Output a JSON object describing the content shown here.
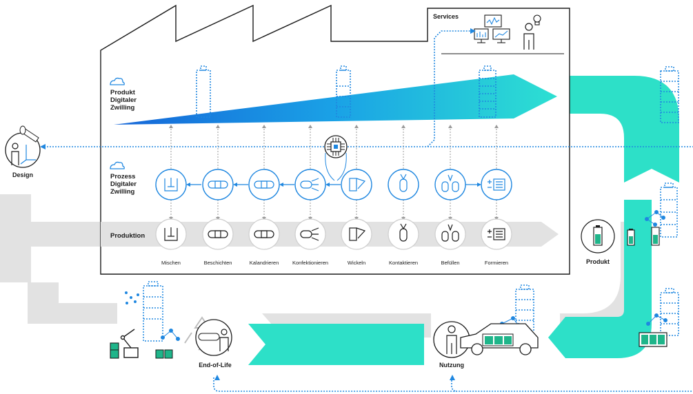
{
  "services": {
    "label": "Services"
  },
  "product_twin": {
    "label_line1": "Produkt",
    "label_line2": "Digitaler",
    "label_line3": "Zwilling"
  },
  "process_twin": {
    "label_line1": "Prozess",
    "label_line2": "Digitaler",
    "label_line3": "Zwilling"
  },
  "production": {
    "label": "Produktion"
  },
  "steps": [
    {
      "label": "Mischen"
    },
    {
      "label": "Beschichten"
    },
    {
      "label": "Kalandrieren"
    },
    {
      "label": "Konfektionieren"
    },
    {
      "label": "Wickeln"
    },
    {
      "label": "Kontaktieren"
    },
    {
      "label": "Befüllen"
    },
    {
      "label": "Formieren"
    }
  ],
  "lifecycle": {
    "design": "Design",
    "product": "Produkt",
    "usage": "Nutzung",
    "end_of_life": "End-of-Life"
  },
  "colors": {
    "accent_blue": "#1f87e0",
    "accent_cyan": "#2de0c8",
    "gray_band": "#dedede",
    "battery_green": "#1fb58a",
    "dark": "#1a1a1a"
  },
  "icons": [
    "cloud-icon",
    "chip-icon",
    "monitor-icon",
    "person-icon",
    "bulb-icon",
    "battery-icon",
    "car-icon",
    "robot-arm-icon",
    "recycle-icon"
  ]
}
